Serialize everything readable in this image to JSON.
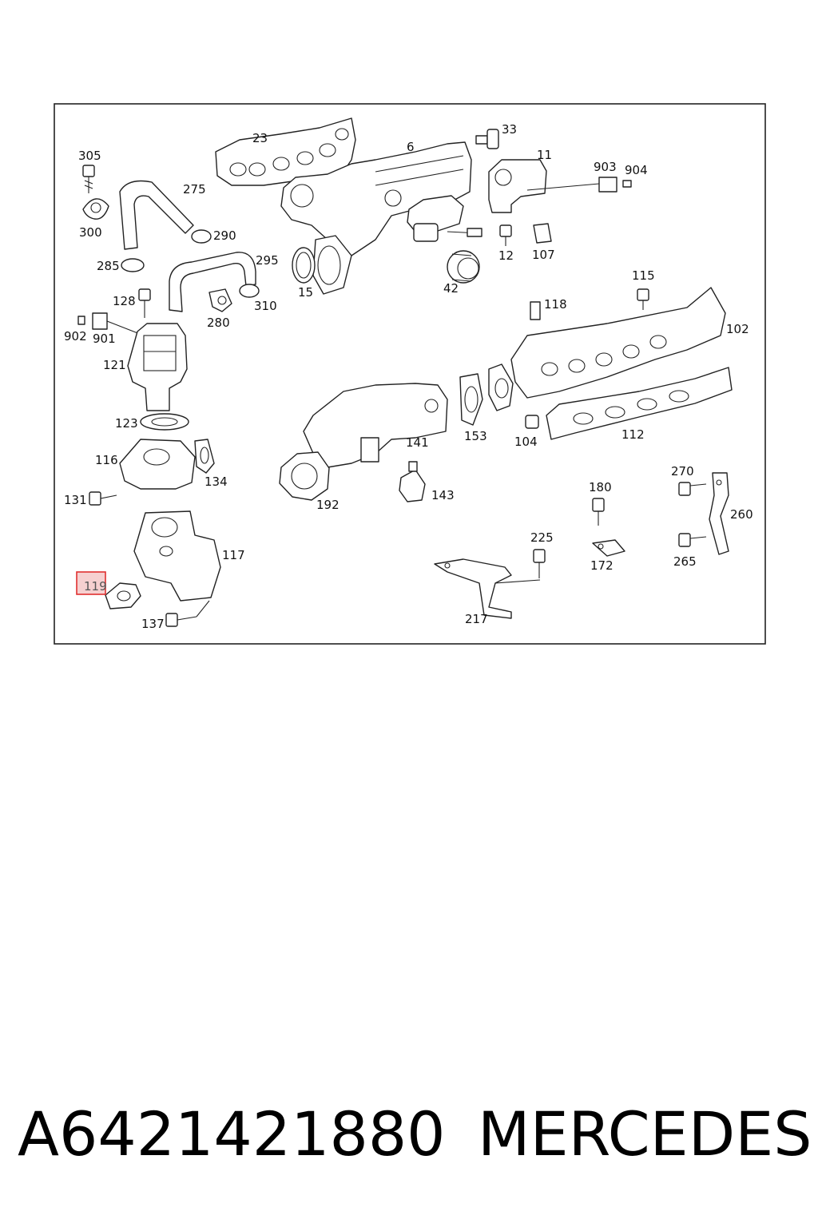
{
  "callouts": [
    {
      "id": "c23",
      "text": "23"
    },
    {
      "id": "c6",
      "text": "6"
    },
    {
      "id": "c33",
      "text": "33"
    },
    {
      "id": "c305",
      "text": "305"
    },
    {
      "id": "c11",
      "text": "11"
    },
    {
      "id": "c903",
      "text": "903"
    },
    {
      "id": "c904",
      "text": "904"
    },
    {
      "id": "c275",
      "text": "275"
    },
    {
      "id": "c300",
      "text": "300"
    },
    {
      "id": "c290",
      "text": "290"
    },
    {
      "id": "c12",
      "text": "12"
    },
    {
      "id": "c107",
      "text": "107"
    },
    {
      "id": "c285",
      "text": "285"
    },
    {
      "id": "c295",
      "text": "295"
    },
    {
      "id": "c15",
      "text": "15"
    },
    {
      "id": "c42",
      "text": "42"
    },
    {
      "id": "c115",
      "text": "115"
    },
    {
      "id": "c128",
      "text": "128"
    },
    {
      "id": "c310",
      "text": "310"
    },
    {
      "id": "c280",
      "text": "280"
    },
    {
      "id": "c118",
      "text": "118"
    },
    {
      "id": "c902",
      "text": "902"
    },
    {
      "id": "c901",
      "text": "901"
    },
    {
      "id": "c102",
      "text": "102"
    },
    {
      "id": "c121",
      "text": "121"
    },
    {
      "id": "c123",
      "text": "123"
    },
    {
      "id": "c141",
      "text": "141"
    },
    {
      "id": "c153",
      "text": "153"
    },
    {
      "id": "c104",
      "text": "104"
    },
    {
      "id": "c112",
      "text": "112"
    },
    {
      "id": "c116",
      "text": "116"
    },
    {
      "id": "c134",
      "text": "134"
    },
    {
      "id": "c270",
      "text": "270"
    },
    {
      "id": "c180",
      "text": "180"
    },
    {
      "id": "c131",
      "text": "131"
    },
    {
      "id": "c143",
      "text": "143"
    },
    {
      "id": "c192",
      "text": "192"
    },
    {
      "id": "c260",
      "text": "260"
    },
    {
      "id": "c225",
      "text": "225"
    },
    {
      "id": "c117",
      "text": "117"
    },
    {
      "id": "c172",
      "text": "172"
    },
    {
      "id": "c265",
      "text": "265"
    },
    {
      "id": "c119",
      "text": "119"
    },
    {
      "id": "c137",
      "text": "137"
    },
    {
      "id": "c217",
      "text": "217"
    }
  ],
  "highlighted_callout": "119",
  "footer": {
    "part_number": "A6421421880",
    "brand": "MERCEDES"
  },
  "colors": {
    "highlight_border": "#e03030",
    "highlight_fill": "#f6d0d0",
    "line": "#222222"
  }
}
